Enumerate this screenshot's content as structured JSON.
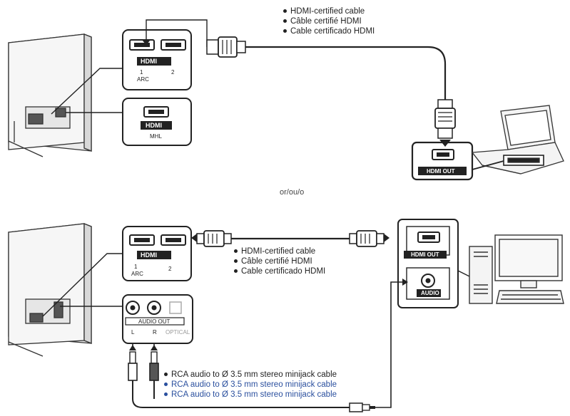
{
  "top_cable": {
    "items": [
      "HDMI-certified cable",
      "Câble certifié HDMI",
      "Cable certificado HDMI"
    ]
  },
  "separator": "or/ou/o",
  "bottom_hdmi_cable": {
    "items": [
      "HDMI-certified cable",
      "Câble certifié HDMI",
      "Cable certificado HDMI"
    ]
  },
  "audio_cable": {
    "items": [
      {
        "text": "RCA audio to Ø 3.5 mm stereo minijack cable",
        "color": "#222222"
      },
      {
        "text": "RCA audio to Ø 3.5 mm stereo minijack cable",
        "color": "#2a4f9e"
      },
      {
        "text": "RCA audio to Ø 3.5 mm stereo minijack cable",
        "color": "#2a4f9e"
      }
    ]
  },
  "tv_ports_top": {
    "hdmi_logo": "HDMI",
    "port1": "1",
    "port1_sub": "ARC",
    "port2": "2",
    "mhl_logo": "HDMI",
    "mhl_label": "MHL"
  },
  "laptop_panel": {
    "label": "HDMI OUT"
  },
  "tv_ports_bottom": {
    "hdmi_logo": "HDMI",
    "port1": "1",
    "port1_sub": "ARC",
    "port2": "2",
    "audio_out": "AUDIO OUT",
    "left": "L",
    "right": "R",
    "optical": "OPTICAL"
  },
  "pc_panel": {
    "hdmi_out": "HDMI OUT",
    "audio": "AUDIO"
  }
}
